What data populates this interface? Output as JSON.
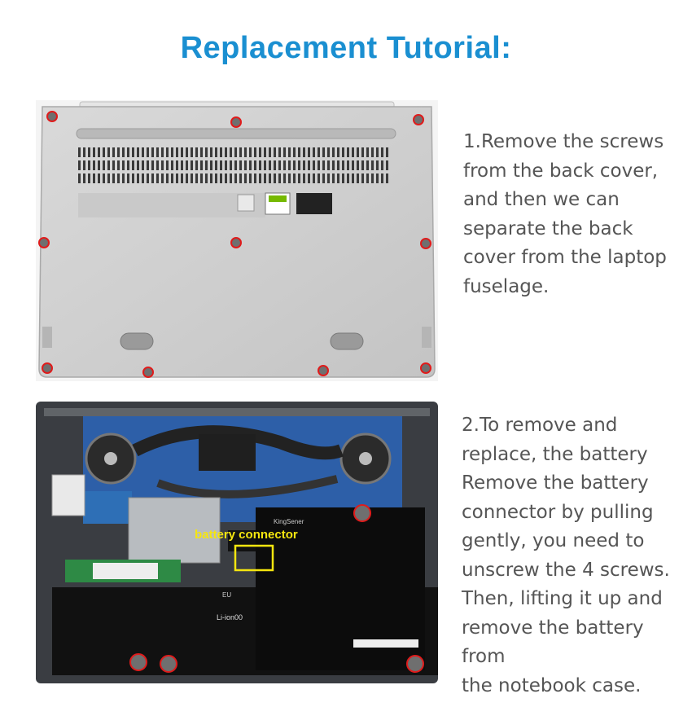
{
  "header": {
    "title": "Replacement Tutorial:"
  },
  "steps": [
    {
      "lines": [
        "1.Remove the screws",
        "from the back cover,",
        "and then we can",
        "separate the back",
        "cover from the laptop",
        "fuselage."
      ]
    },
    {
      "lines": [
        "2.To remove and",
        "replace, the battery",
        "Remove the battery",
        "connector by pulling",
        "gently, you need to",
        "unscrew the 4 screws.",
        "Then, lifting it up and",
        "remove the battery from",
        "the notebook case."
      ]
    }
  ],
  "photo2": {
    "callout_label": "battery connector",
    "battery_brand": "KingSener",
    "battery_eu": "EU",
    "battery_liion": "Li-ion00"
  },
  "colors": {
    "title_blue": "#1a8fd1",
    "text_gray": "#555555",
    "screw_marker_red": "#e01b1b",
    "callout_yellow": "#f5e60f"
  }
}
